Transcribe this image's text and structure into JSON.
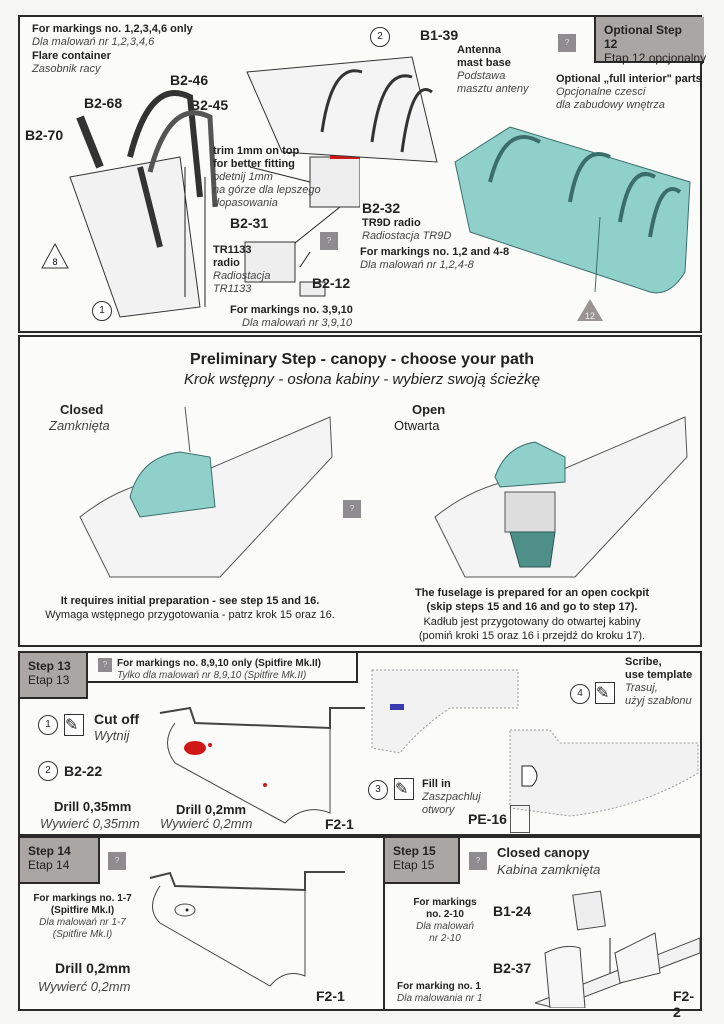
{
  "step12": {
    "markings_1": "For markings no. 1,2,3,4,6 only",
    "markings_1_pl": "Dla malowań nr 1,2,3,4,6",
    "flare": "Flare container",
    "flare_pl": "Zasobnik racy",
    "parts": {
      "b2_68": "B2-68",
      "b2_70": "B2-70",
      "b2_46": "B2-46",
      "b2_45": "B2-45",
      "b1_39": "B1-39",
      "b2_32": "B2-32",
      "b2_31": "B2-31",
      "b2_12": "B2-12"
    },
    "antenna": "Antenna",
    "antenna2": "mast base",
    "antenna_pl": "Podstawa",
    "antenna_pl2": "masztu anteny",
    "trim": "trim 1mm on top",
    "trim2": "for better fitting",
    "trim_pl": "odetnij 1mm",
    "trim_pl2": "na górze dla lepszego",
    "trim_pl3": "dopasowania",
    "tr9d": "TR9D radio",
    "tr9d_pl": "Radiostacja TR9D",
    "markings_2": "For markings no. 1,2 and 4-8",
    "markings_2_pl": "Dla malowań nr 1,2,4-8",
    "tr1133": "TR1133",
    "tr1133b": "radio",
    "tr1133_pl": "Radiostacja",
    "tr1133_pl2": "TR1133",
    "markings_3": "For markings no. 3,9,10",
    "markings_3_pl": "Dla malowań nr 3,9,10",
    "opt_step": "Optional Step 12",
    "opt_step_pl": "Etap 12 opcjonalny",
    "opt_parts": "Optional „full interior\" parts",
    "opt_parts_pl": "Opcjonalne czesci",
    "opt_parts_pl2": "dla zabudowy wnętrza",
    "circle1": "1",
    "circle2": "2",
    "tri8": "8",
    "tri12": "12",
    "q": "?"
  },
  "prelim": {
    "title": "Preliminary Step - canopy - choose your path",
    "title_pl": "Krok wstępny - osłona kabiny - wybierz swoją ścieżkę",
    "closed": "Closed",
    "closed_pl": "Zamknięta",
    "open": "Open",
    "open_pl": "Otwarta",
    "closed_note": "It requires initial preparation -  see step 15 and 16.",
    "closed_note_pl": "Wymaga wstępnego przygotowania - patrz krok 15 oraz 16.",
    "open_note": "The fuselage is prepared for an open cockpit",
    "open_note2": "(skip steps 15 and 16 and go to step 17).",
    "open_note_pl": "Kadłub jest przygotowany do otwartej kabiny",
    "open_note_pl2": "(pomiń kroki 15 oraz 16 i przejdź do kroku 17).",
    "q": "?"
  },
  "step13": {
    "step": "Step 13",
    "step_pl": "Etap 13",
    "markings": "For markings no. 8,9,10 only (Spitfire Mk.II)",
    "markings_pl": "Tylko dla malowań nr 8,9,10 (Spitfire Mk.II)",
    "cut": "Cut off",
    "cut_pl": "Wytnij",
    "b2_22": "B2-22",
    "drill1": "Drill 0,35mm",
    "drill1_pl": "Wywierć 0,35mm",
    "drill2": "Drill 0,2mm",
    "drill2_pl": "Wywierć 0,2mm",
    "f2_1": "F2-1",
    "fill": "Fill in",
    "fill_pl": "Zaszpachluj",
    "fill_pl2": "otwory",
    "scribe": "Scribe,",
    "scribe2": "use template",
    "scribe_pl": "Trasuj,",
    "scribe_pl2": "użyj szablonu",
    "pe16": "PE-16",
    "n1": "1",
    "n2": "2",
    "n3": "3",
    "n4": "4",
    "q": "?"
  },
  "step14": {
    "step": "Step 14",
    "step_pl": "Etap 14",
    "markings": "For markings no. 1-7",
    "markings2": "(Spitfire Mk.I)",
    "markings_pl": "Dla malowań nr 1-7",
    "markings_pl2": "(Spitfire Mk.I)",
    "drill": "Drill 0,2mm",
    "drill_pl": "Wywierć 0,2mm",
    "f2_1": "F2-1",
    "q": "?"
  },
  "step15": {
    "step": "Step 15",
    "step_pl": "Etap 15",
    "title": "Closed canopy",
    "title_pl": "Kabina zamknięta",
    "markings": "For markings",
    "markings2": "no. 2-10",
    "markings_pl": "Dla malowań",
    "markings_pl2": "nr 2-10",
    "b1_24": "B1-24",
    "b2_37": "B2-37",
    "marking1": "For marking no. 1",
    "marking1_pl": "Dla malowania nr 1",
    "f2_2": "F2-2",
    "q": "?"
  },
  "colors": {
    "accent_teal": "#8fd0cb",
    "red": "#d01818",
    "step_gray": "#a9a6a4",
    "fill_blue": "#3a3ab0"
  }
}
